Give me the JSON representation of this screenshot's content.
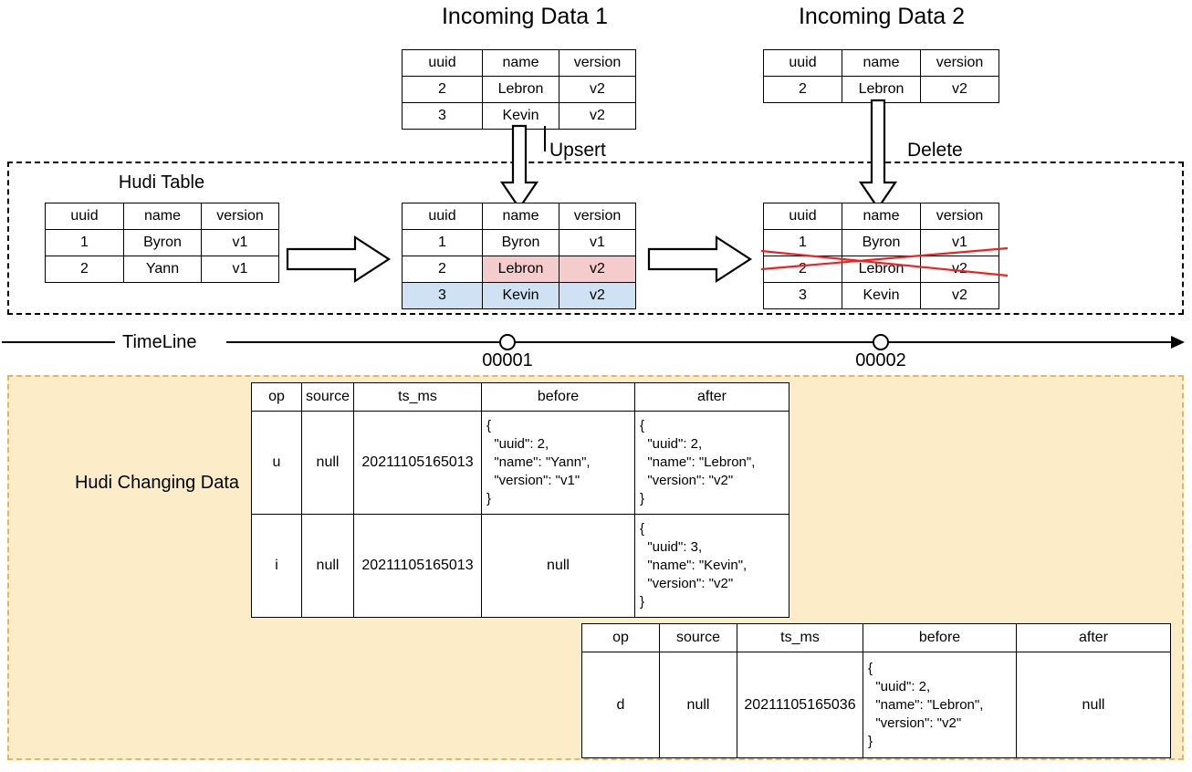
{
  "diagram": {
    "incoming1": {
      "title": "Incoming Data 1",
      "columns": [
        "uuid",
        "name",
        "version"
      ],
      "rows": [
        [
          "2",
          "Lebron",
          "v2"
        ],
        [
          "3",
          "Kevin",
          "v2"
        ]
      ]
    },
    "incoming2": {
      "title": "Incoming Data 2",
      "columns": [
        "uuid",
        "name",
        "version"
      ],
      "rows": [
        [
          "2",
          "Lebron",
          "v2"
        ]
      ]
    },
    "operations": {
      "upsert": "Upsert",
      "delete": "Delete"
    },
    "hudi_table": {
      "title": "Hudi Table",
      "columns": [
        "uuid",
        "name",
        "version"
      ],
      "rows": [
        [
          "1",
          "Byron",
          "v1"
        ],
        [
          "2",
          "Yann",
          "v1"
        ]
      ]
    },
    "hudi_table_after_upsert": {
      "columns": [
        "uuid",
        "name",
        "version"
      ],
      "rows": [
        [
          "1",
          "Byron",
          "v1"
        ],
        [
          "2",
          "Lebron",
          "v2"
        ],
        [
          "3",
          "Kevin",
          "v2"
        ]
      ]
    },
    "hudi_table_after_delete": {
      "columns": [
        "uuid",
        "name",
        "version"
      ],
      "rows": [
        [
          "1",
          "Byron",
          "v1"
        ],
        [
          "2",
          "Lebron",
          "v2"
        ],
        [
          "3",
          "Kevin",
          "v2"
        ]
      ]
    },
    "timeline": {
      "label": "TimeLine",
      "ticks": [
        "00001",
        "00002"
      ]
    },
    "changing_data": {
      "label": "Hudi Changing Data",
      "columns": [
        "op",
        "source",
        "ts_ms",
        "before",
        "after"
      ],
      "commit1_rows": [
        {
          "op": "u",
          "source": "null",
          "ts_ms": "20211105165013",
          "before": "{\n  \"uuid\": 2,\n  \"name\": \"Yann\",\n  \"version\": \"v1\"\n}",
          "after": "{\n  \"uuid\": 2,\n  \"name\": \"Lebron\",\n  \"version\": \"v2\"\n}"
        },
        {
          "op": "i",
          "source": "null",
          "ts_ms": "20211105165013",
          "before": "null",
          "after": "{\n  \"uuid\": 3,\n  \"name\": \"Kevin\",\n  \"version\": \"v2\"\n}"
        }
      ],
      "commit2_rows": [
        {
          "op": "d",
          "source": "null",
          "ts_ms": "20211105165036",
          "before": "{\n  \"uuid\": 2,\n  \"name\": \"Lebron\",\n  \"version\": \"v2\"\n}",
          "after": "null"
        }
      ]
    },
    "colors": {
      "updated_row": "#f4cccc",
      "inserted_row": "#cfe2f3",
      "delete_strike": "#ee2222",
      "changing_data_bg": "#fdecc8",
      "changing_data_border": "#e0b860"
    }
  }
}
